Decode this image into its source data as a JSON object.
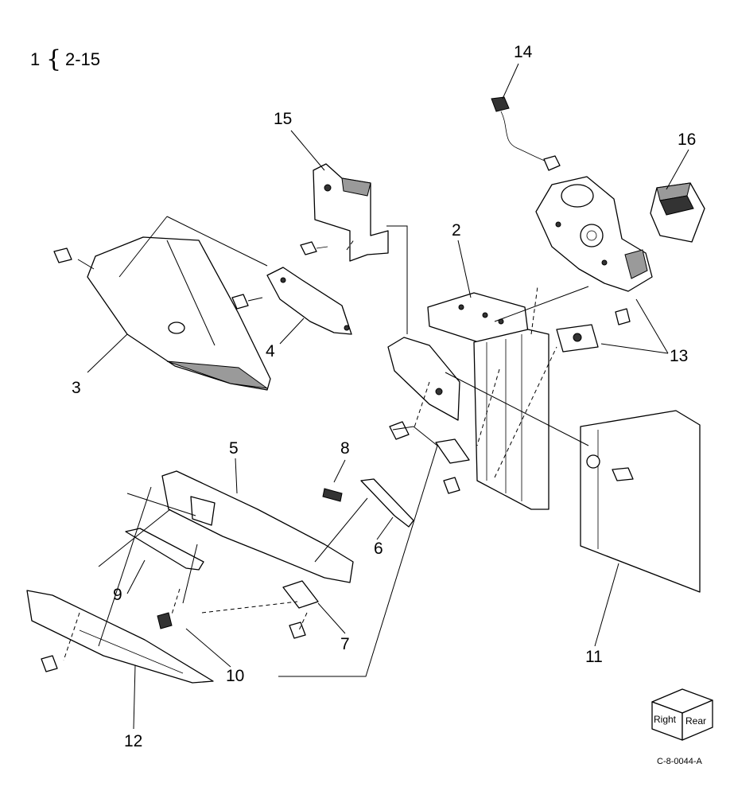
{
  "header": {
    "assembly": "1",
    "brace": "{",
    "range": "2-15"
  },
  "callouts": [
    "2",
    "3",
    "4",
    "5",
    "6",
    "7",
    "8",
    "9",
    "10",
    "11",
    "12",
    "13",
    "14",
    "15",
    "16"
  ],
  "orientation": {
    "face1": "Right",
    "face2": "Rear"
  },
  "figure_code": "C-8-0044-A"
}
